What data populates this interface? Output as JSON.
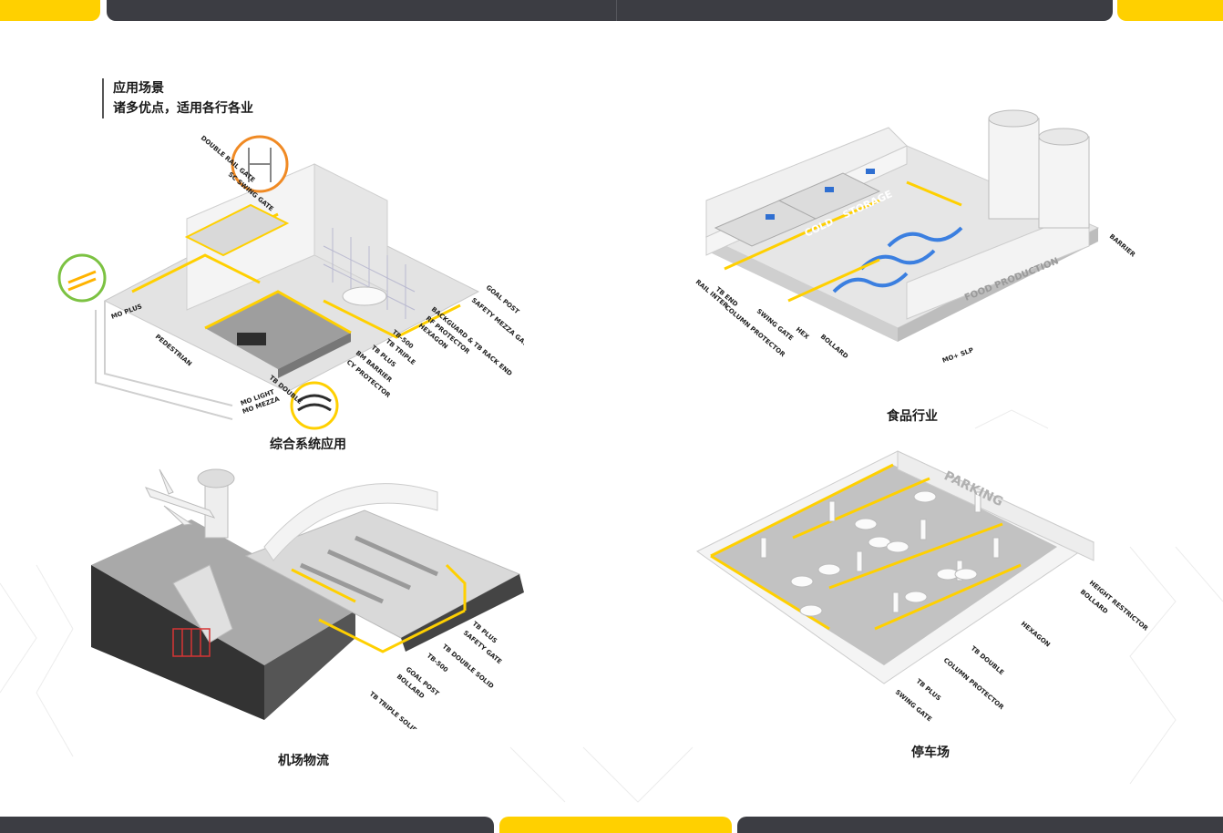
{
  "header": {
    "section_title": "应用场景",
    "section_subtitle": "诸多优点，适用各行各业"
  },
  "colors": {
    "accent": "#ffd000",
    "dark_bar": "#3c3d43",
    "floor": "#bdbdbd",
    "wall": "#f2f2f2"
  },
  "panels": {
    "integrated": {
      "caption": "综合系统应用",
      "labels": {
        "double_rail_gate": "DOUBLE RAIL GATE",
        "swing_gate": "SC SWING GATE",
        "goal_post": "GOAL POST",
        "safety_mezza_gate": "SAFETY MEZZA GATE",
        "backguard": "BACKGUARD & TB RACK END",
        "rf_protector": "RF PROTECTOR",
        "hexagon": "HEXAGON",
        "tb_500": "TB-500",
        "tb_triple": "TB TRIPLE",
        "tb_plus": "TB PLUS",
        "bm_barrier": "BM BARRIER",
        "cy_protector": "CY PROTECTOR",
        "tb_double": "TB DOUBLE",
        "mo_light": "MO LIGHT",
        "mo_mezza": "MO MEZZA",
        "pedestrian": "PEDESTRIAN",
        "mo_plus": "MO PLUS"
      }
    },
    "food": {
      "caption": "食品行业",
      "sign_cold": "COLD",
      "sign_storage": "STORAGE",
      "sign_food": "FOOD PRODUCTION",
      "labels": {
        "rail_inter": "RAIL INTER",
        "tb_end": "TB END",
        "column_protector": "COLUMN PROTECTOR",
        "swing_gate": "SWING GATE",
        "bollard": "BOLLARD",
        "hex": "HEX",
        "mo_plus": "MO+ SLP",
        "barrier": "BARRIER"
      }
    },
    "airport": {
      "caption": "机场物流",
      "labels": {
        "tb_plus": "TB PLUS",
        "safety_gate": "SAFETY GATE",
        "tb_double_solid": "TB DOUBLE SOLID",
        "tb_500": "TB-500",
        "goal_post": "GOAL POST",
        "bollard": "BOLLARD",
        "tb_triple_solid": "TB TRIPLE SOLID"
      }
    },
    "parking": {
      "caption": "停车场",
      "sign": "PARKING",
      "labels": {
        "height_restrictor": "HEIGHT RESTRICTOR",
        "bollard": "BOLLARD",
        "hexagon": "HEXAGON",
        "tb_double": "TB DOUBLE",
        "column_protector": "COLUMN PROTECTOR",
        "tb_plus": "TB PLUS",
        "swing_gate": "SWING GATE"
      }
    }
  }
}
